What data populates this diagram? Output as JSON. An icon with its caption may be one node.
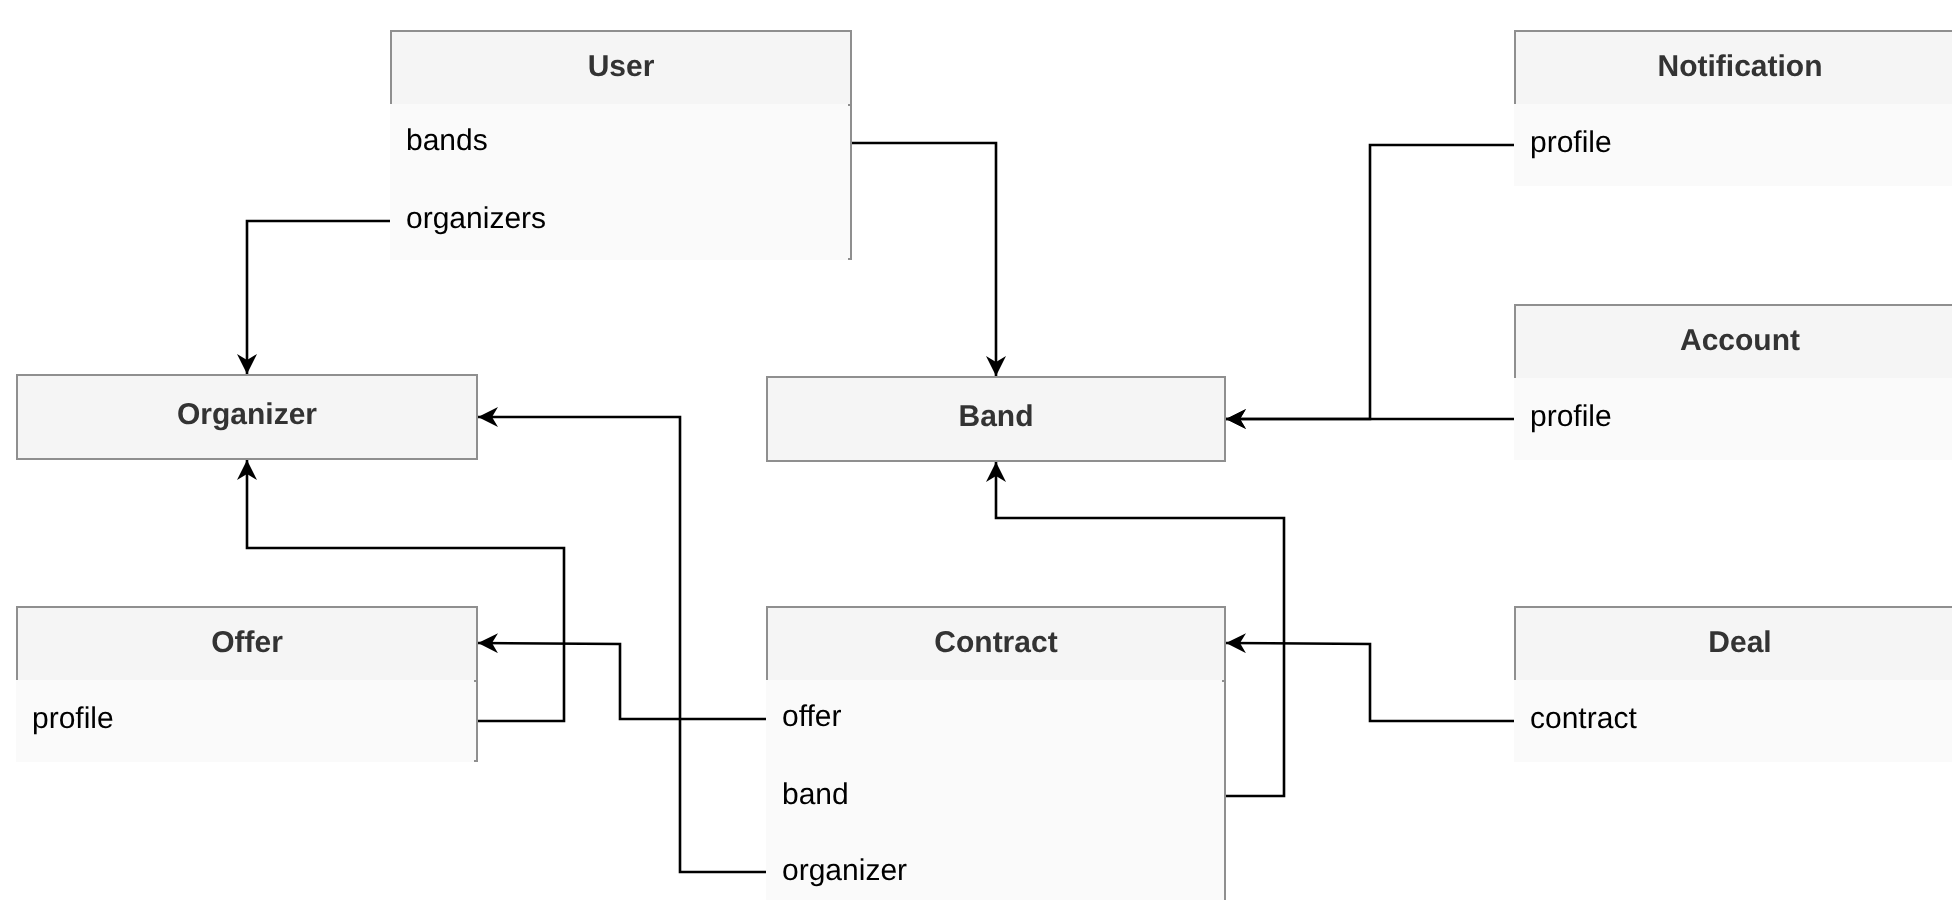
{
  "diagram": {
    "nodes": [
      {
        "text": [
          "User"
        ]
      },
      {
        "text": [
          "bands"
        ],
        "in": 0
      },
      {
        "text": [
          "organizers"
        ],
        "in": 0
      },
      {
        "text": [
          "Notification"
        ]
      },
      {
        "text": [
          "profile"
        ],
        "in": 3
      },
      {
        "text": [
          "Organizer"
        ]
      },
      {
        "text": [
          "Band"
        ]
      },
      {
        "text": [
          "Account"
        ]
      },
      {
        "text": [
          "profile"
        ],
        "in": 7
      },
      {
        "text": [
          "Offer"
        ]
      },
      {
        "text": [
          "profile"
        ],
        "in": 9
      },
      {
        "text": [
          "Contract"
        ]
      },
      {
        "text": [
          "offer"
        ],
        "in": 11
      },
      {
        "text": [
          "band"
        ],
        "in": 11
      },
      {
        "text": [
          "organizer"
        ],
        "in": 11
      },
      {
        "text": [
          "Deal"
        ]
      },
      {
        "text": [
          "contract"
        ],
        "in": 15
      }
    ],
    "edges": [
      {
        "from": 1,
        "to": 6,
        "arrow": "to"
      },
      {
        "from": 2,
        "to": 5,
        "arrow": "to"
      },
      {
        "from": 4,
        "to": 6,
        "arrow": "to"
      },
      {
        "from": 8,
        "to": 6,
        "arrow": "to"
      },
      {
        "from": 10,
        "to": 5,
        "arrow": "to"
      },
      {
        "from": 12,
        "to": 9,
        "arrow": "to"
      },
      {
        "from": 13,
        "to": 6,
        "arrow": "to"
      },
      {
        "from": 14,
        "to": 5,
        "arrow": "to"
      },
      {
        "from": 16,
        "to": 11,
        "arrow": "to"
      }
    ]
  }
}
